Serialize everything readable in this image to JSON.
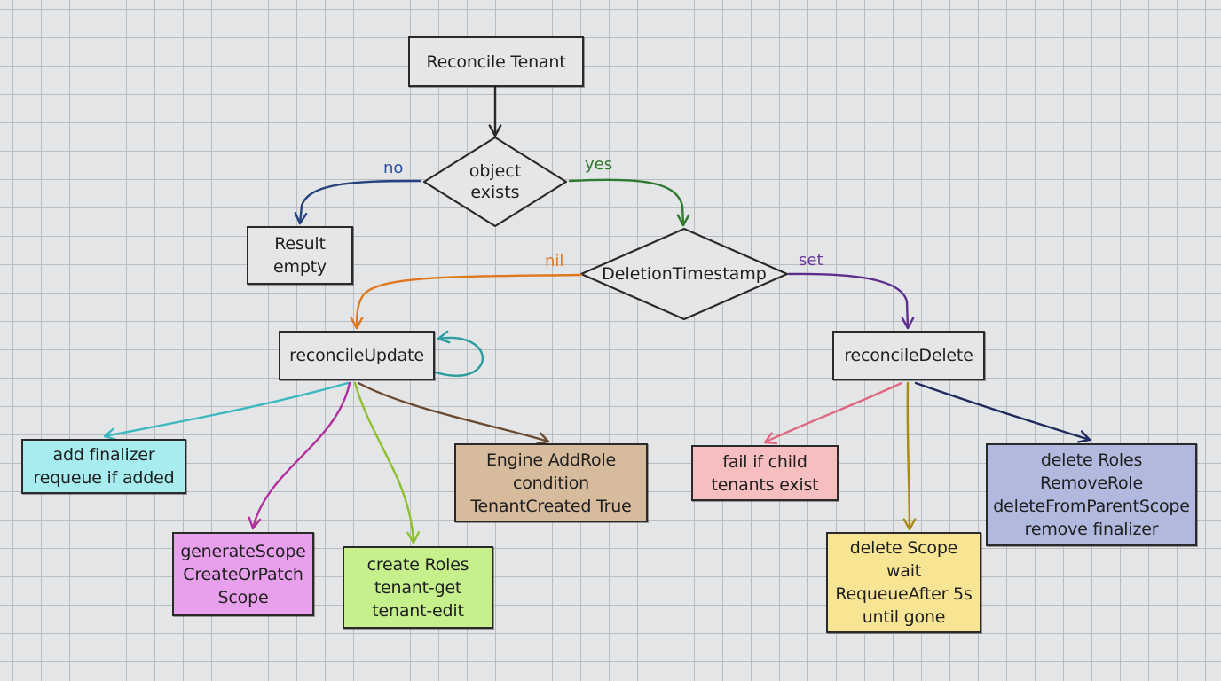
{
  "nodes": {
    "reconcile_tenant": {
      "lines": [
        "Reconcile Tenant"
      ],
      "fill": "#e4e6e8"
    },
    "object_exists": {
      "lines": [
        "object",
        "exists"
      ]
    },
    "result_empty": {
      "lines": [
        "Result",
        "empty"
      ],
      "fill": "#e4e6e8"
    },
    "deletion_timestamp": {
      "lines": [
        "DeletionTimestamp"
      ]
    },
    "reconcile_update": {
      "lines": [
        "reconcileUpdate"
      ],
      "fill": "#e4e6e8"
    },
    "reconcile_delete": {
      "lines": [
        "reconcileDelete"
      ],
      "fill": "#e4e6e8"
    },
    "add_finalizer": {
      "lines": [
        "add finalizer",
        "requeue if added"
      ],
      "fill": "#a7ecef"
    },
    "generate_scope": {
      "lines": [
        "generateScope",
        "CreateOrPatch",
        "Scope"
      ],
      "fill": "#e9a0ec"
    },
    "create_roles": {
      "lines": [
        "create Roles",
        "tenant-get",
        "tenant-edit"
      ],
      "fill": "#c6f08c"
    },
    "engine_addrole": {
      "lines": [
        "Engine AddRole",
        "condition",
        "TenantCreated True"
      ],
      "fill": "#d7bb9d"
    },
    "fail_if_child": {
      "lines": [
        "fail if child",
        "tenants exist"
      ],
      "fill": "#f7bec0"
    },
    "delete_scope": {
      "lines": [
        "delete Scope",
        "wait",
        "RequeueAfter 5s",
        "until gone"
      ],
      "fill": "#f8e594"
    },
    "delete_roles": {
      "lines": [
        "delete Roles",
        "RemoveRole",
        "deleteFromParentScope",
        "remove finalizer"
      ],
      "fill": "#b1b9df"
    }
  },
  "edge_labels": {
    "no": {
      "text": "no",
      "color": "#2b4fa0"
    },
    "yes": {
      "text": "yes",
      "color": "#2a7a2a"
    },
    "nil": {
      "text": "nil",
      "color": "#e0781e"
    },
    "set": {
      "text": "set",
      "color": "#6a3a9a"
    }
  },
  "edge_colors": {
    "dark": "#2a2a2a",
    "no": "#26427e",
    "yes": "#2f7a2f",
    "nil": "#e0781e",
    "set": "#5e2e8e",
    "loop": "#2a9ca0",
    "finalizer": "#3cb8c0",
    "scope": "#b0309c",
    "roles": "#8cc030",
    "addrole": "#6a4a30",
    "fail": "#e06880",
    "delete_scope": "#a88a14",
    "delete_roles": "#1e2a5e"
  }
}
